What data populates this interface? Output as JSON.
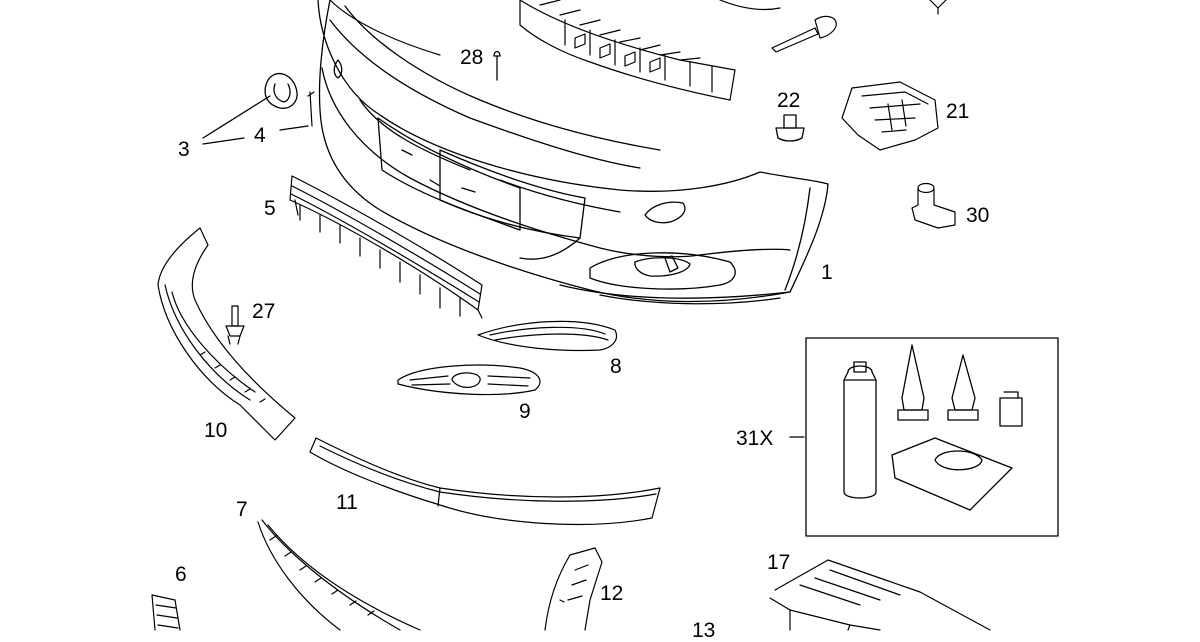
{
  "diagram": {
    "type": "exploded parts diagram",
    "labels": {
      "l1": "1",
      "l3": "3",
      "l4": "4",
      "l5": "5",
      "l6": "6",
      "l7": "7",
      "l8": "8",
      "l9": "9",
      "l10": "10",
      "l11": "11",
      "l12": "12",
      "l13": "13",
      "l17": "17",
      "l21": "21",
      "l22": "22",
      "l27": "27",
      "l28": "28",
      "l30": "30",
      "l31x": "31X"
    },
    "colors": {
      "line": "#000000",
      "background": "#ffffff"
    }
  }
}
